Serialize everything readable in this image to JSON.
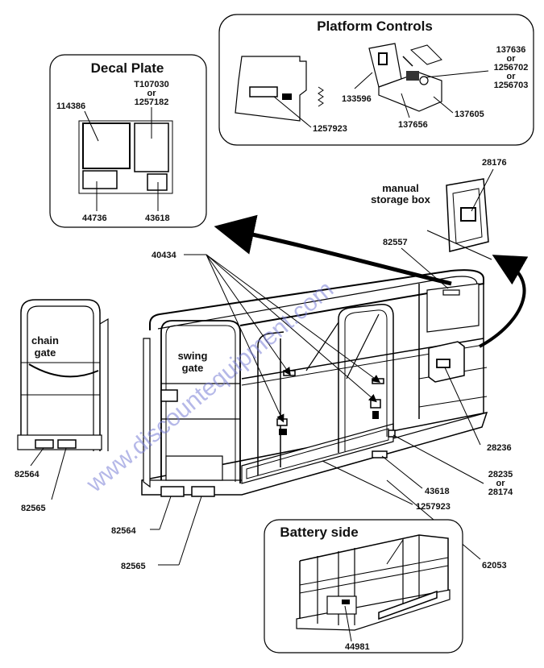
{
  "panels": {
    "decal_plate": {
      "title": "Decal Plate"
    },
    "platform_controls": {
      "title": "Platform Controls"
    },
    "battery_side": {
      "title": "Battery side"
    }
  },
  "labels": {
    "manual_storage_box": [
      "manual",
      "storage box"
    ],
    "chain_gate": [
      "chain",
      "gate"
    ],
    "swing_gate": [
      "swing",
      "gate"
    ]
  },
  "part_numbers": {
    "p114386": "114386",
    "pT107030": [
      "T107030",
      "or",
      "1257182"
    ],
    "p44736": "44736",
    "p43618_plate": "43618",
    "p1257923_controls": "1257923",
    "p133596": "133596",
    "p137656": "137656",
    "p137605": "137605",
    "p137636": [
      "137636",
      "or",
      "1256702",
      "or",
      "1256703"
    ],
    "p28176": "28176",
    "p82557": "82557",
    "p40434": "40434",
    "p28236": "28236",
    "p28235": [
      "28235",
      "or",
      "28174"
    ],
    "p43618_main": "43618",
    "p1257923_main": "1257923",
    "p82564_left": "82564",
    "p82565_left": "82565",
    "p82564_main": "82564",
    "p82565_main": "82565",
    "p62053": "62053",
    "p44981": "44981"
  },
  "watermark": "www.discountequipment.com"
}
